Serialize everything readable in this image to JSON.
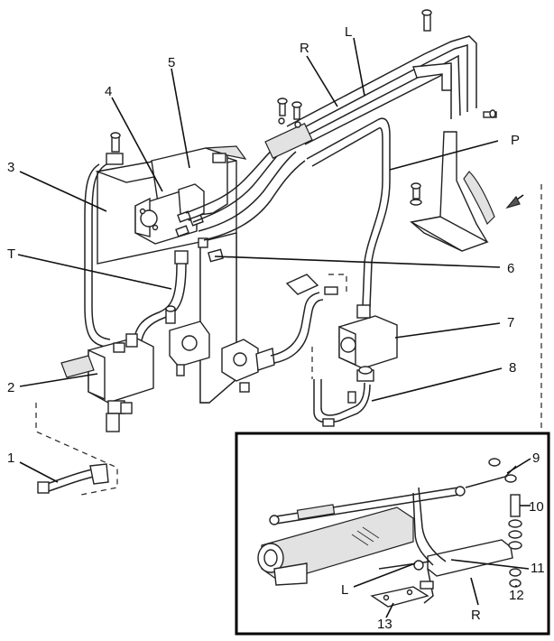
{
  "callouts": {
    "c1": "1",
    "c2": "2",
    "c3": "3",
    "c4": "4",
    "c5": "5",
    "c6": "6",
    "c7": "7",
    "c8": "8",
    "c9": "9",
    "c10": "10",
    "c11": "11",
    "c12": "12",
    "c13": "13",
    "cT": "T",
    "cP": "P",
    "cR": "R",
    "cL": "L",
    "cL_inset": "L",
    "cR_inset": "R"
  }
}
